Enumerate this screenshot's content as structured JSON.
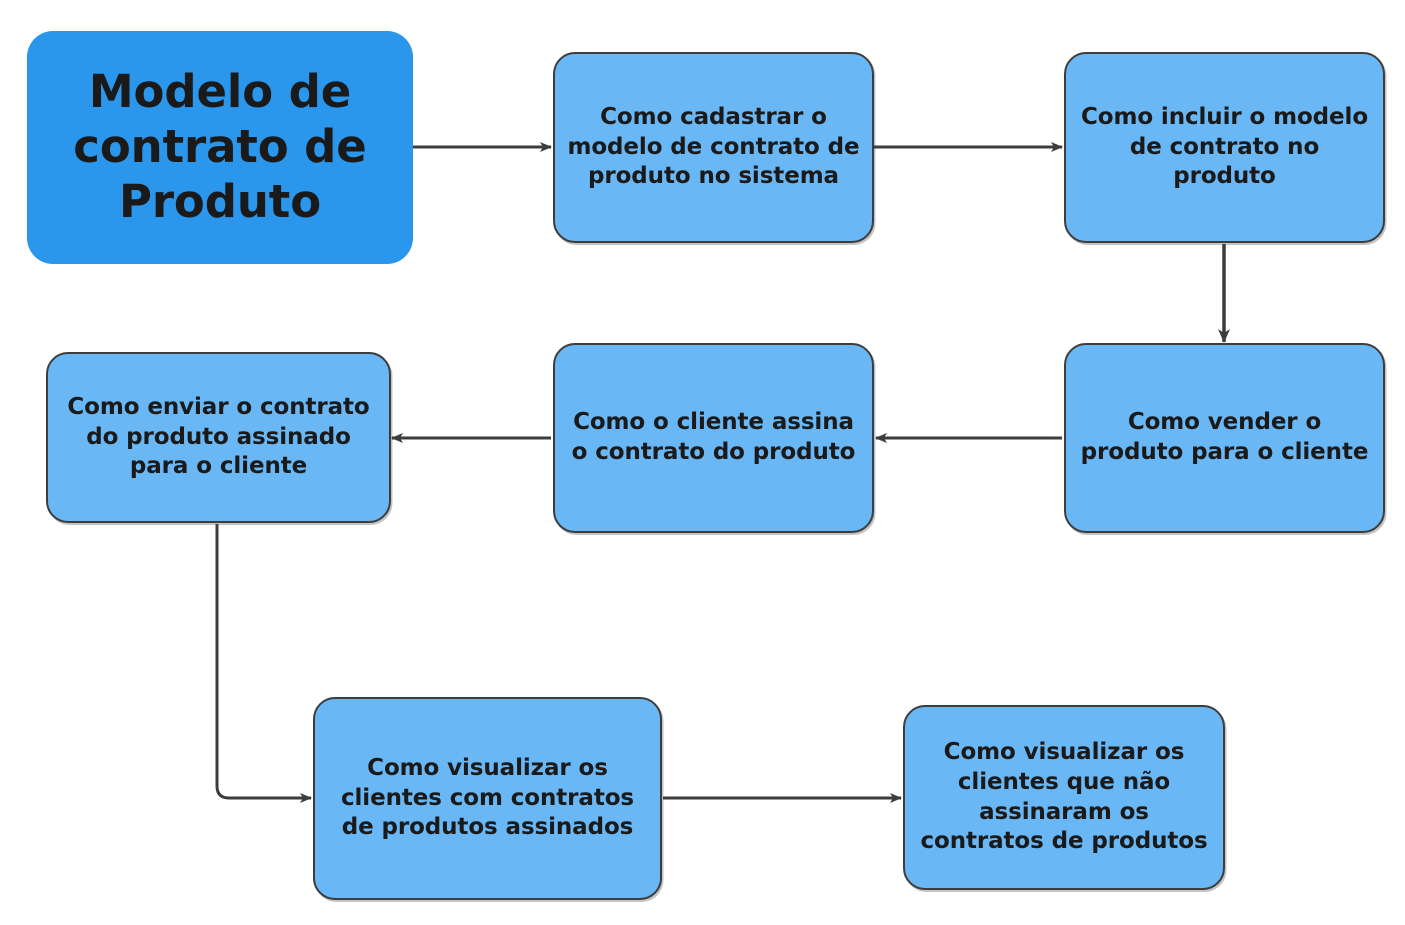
{
  "diagram": {
    "title_node": {
      "label": "Modelo de\ncontrato de\nProduto",
      "fill": "#2a96ec"
    },
    "node_fill": "#6ab7f5",
    "node_stroke": "#3d3d3d",
    "edge_color": "#3d3d3d",
    "background": "#ffffff",
    "nodes": [
      {
        "id": "n1",
        "label": "Como cadastrar o\nmodelo de contrato de\nproduto no sistema"
      },
      {
        "id": "n2",
        "label": "Como incluir o modelo\nde contrato no produto"
      },
      {
        "id": "n3",
        "label": "Como vender o\nproduto para o cliente"
      },
      {
        "id": "n4",
        "label": "Como o cliente assina\no contrato do produto"
      },
      {
        "id": "n5",
        "label": "Como enviar o contrato\ndo produto assinado\npara o cliente"
      },
      {
        "id": "n6",
        "label": "Como visualizar os\nclientes com contratos\nde produtos assinados"
      },
      {
        "id": "n7",
        "label": "Como visualizar os\nclientes que não\nassinaram os\ncontratos de produtos"
      }
    ],
    "edges": [
      {
        "from": "title",
        "to": "n1",
        "direction": "right"
      },
      {
        "from": "n1",
        "to": "n2",
        "direction": "right"
      },
      {
        "from": "n2",
        "to": "n3",
        "direction": "down"
      },
      {
        "from": "n3",
        "to": "n4",
        "direction": "left"
      },
      {
        "from": "n4",
        "to": "n5",
        "direction": "left"
      },
      {
        "from": "n5",
        "to": "n6",
        "direction": "down-right-elbow"
      },
      {
        "from": "n6",
        "to": "n7",
        "direction": "right"
      }
    ]
  }
}
